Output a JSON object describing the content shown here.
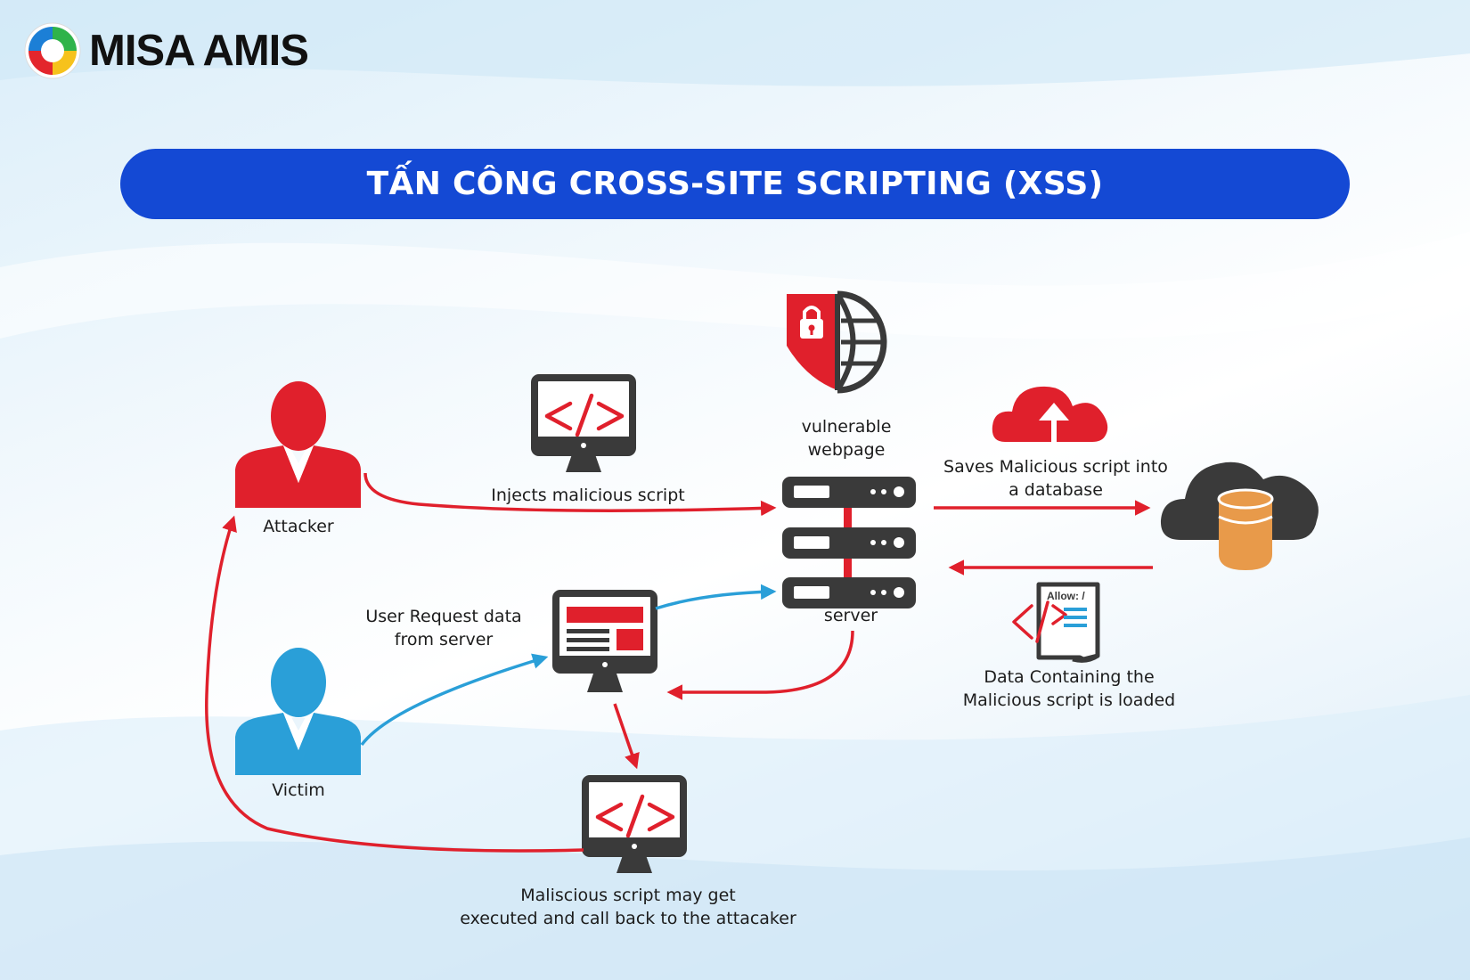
{
  "brand": {
    "name": "MISA AMIS"
  },
  "banner": {
    "title": "TẤN CÔNG CROSS-SITE SCRIPTING (XSS)"
  },
  "labels": {
    "attacker": "Attacker",
    "victim": "Victim",
    "injects": "Injects malicious script",
    "vulnerable_line1": "vulnerable",
    "vulnerable_line2": "webpage",
    "server": "server",
    "saves_line1": "Saves Malicious script into",
    "saves_line2": "a database",
    "user_request_line1": "User Request data",
    "user_request_line2": "from server",
    "data_loaded_line1": "Data Containing the",
    "data_loaded_line2": "Malicious script is loaded",
    "executed_line1": "Maliscious script may get",
    "executed_line2": "executed and call back to the attacaker",
    "allow_tag": "Allow: /"
  },
  "colors": {
    "red": "#e0202c",
    "blue": "#2a9fd8",
    "dark": "#3a3a3a",
    "banner": "#1449d4",
    "db": "#e89a4a"
  }
}
